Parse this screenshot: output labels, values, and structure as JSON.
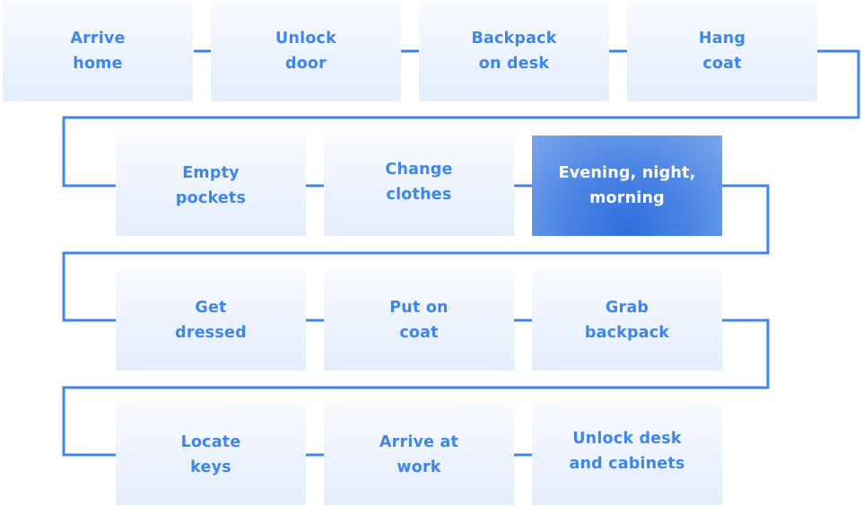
{
  "colors": {
    "accent": "#3f86ea",
    "box_top": "#f8fafe",
    "box_bottom": "#e3edfc",
    "highlight": "#3b78e0",
    "highlight_text": "#ffffff"
  },
  "steps": [
    {
      "label": "Arrive\nhome"
    },
    {
      "label": "Unlock\ndoor"
    },
    {
      "label": "Backpack\non desk"
    },
    {
      "label": "Hang\ncoat"
    },
    {
      "label": "Empty\npockets"
    },
    {
      "label": "Change\nclothes"
    },
    {
      "label": "Evening, night,\nmorning",
      "highlighted": true
    },
    {
      "label": "Get\ndressed"
    },
    {
      "label": "Put on\ncoat"
    },
    {
      "label": "Grab\nbackpack"
    },
    {
      "label": "Locate\nkeys"
    },
    {
      "label": "Arrive at\nwork"
    },
    {
      "label": "Unlock desk\nand cabinets"
    }
  ]
}
